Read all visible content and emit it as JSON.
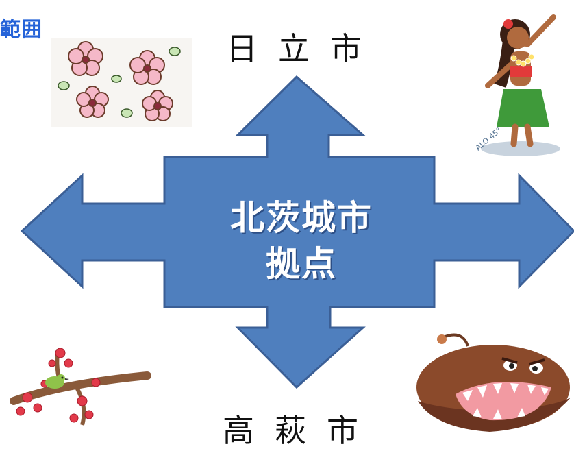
{
  "corner_label": "範囲",
  "top_city": "日立市",
  "bottom_city": "高萩市",
  "hub": {
    "line1": "北茨城市",
    "line2": "拠点"
  },
  "hula_badge": "ALO 45°",
  "colors": {
    "arrow": "#4f7fbe",
    "arrow_stroke": "#3b5f96",
    "corner_label": "#2563d8"
  },
  "icons": [
    "plum-blossoms-icon",
    "hula-dancer-icon",
    "plum-branch-with-bird-icon",
    "anglerfish-icon"
  ]
}
